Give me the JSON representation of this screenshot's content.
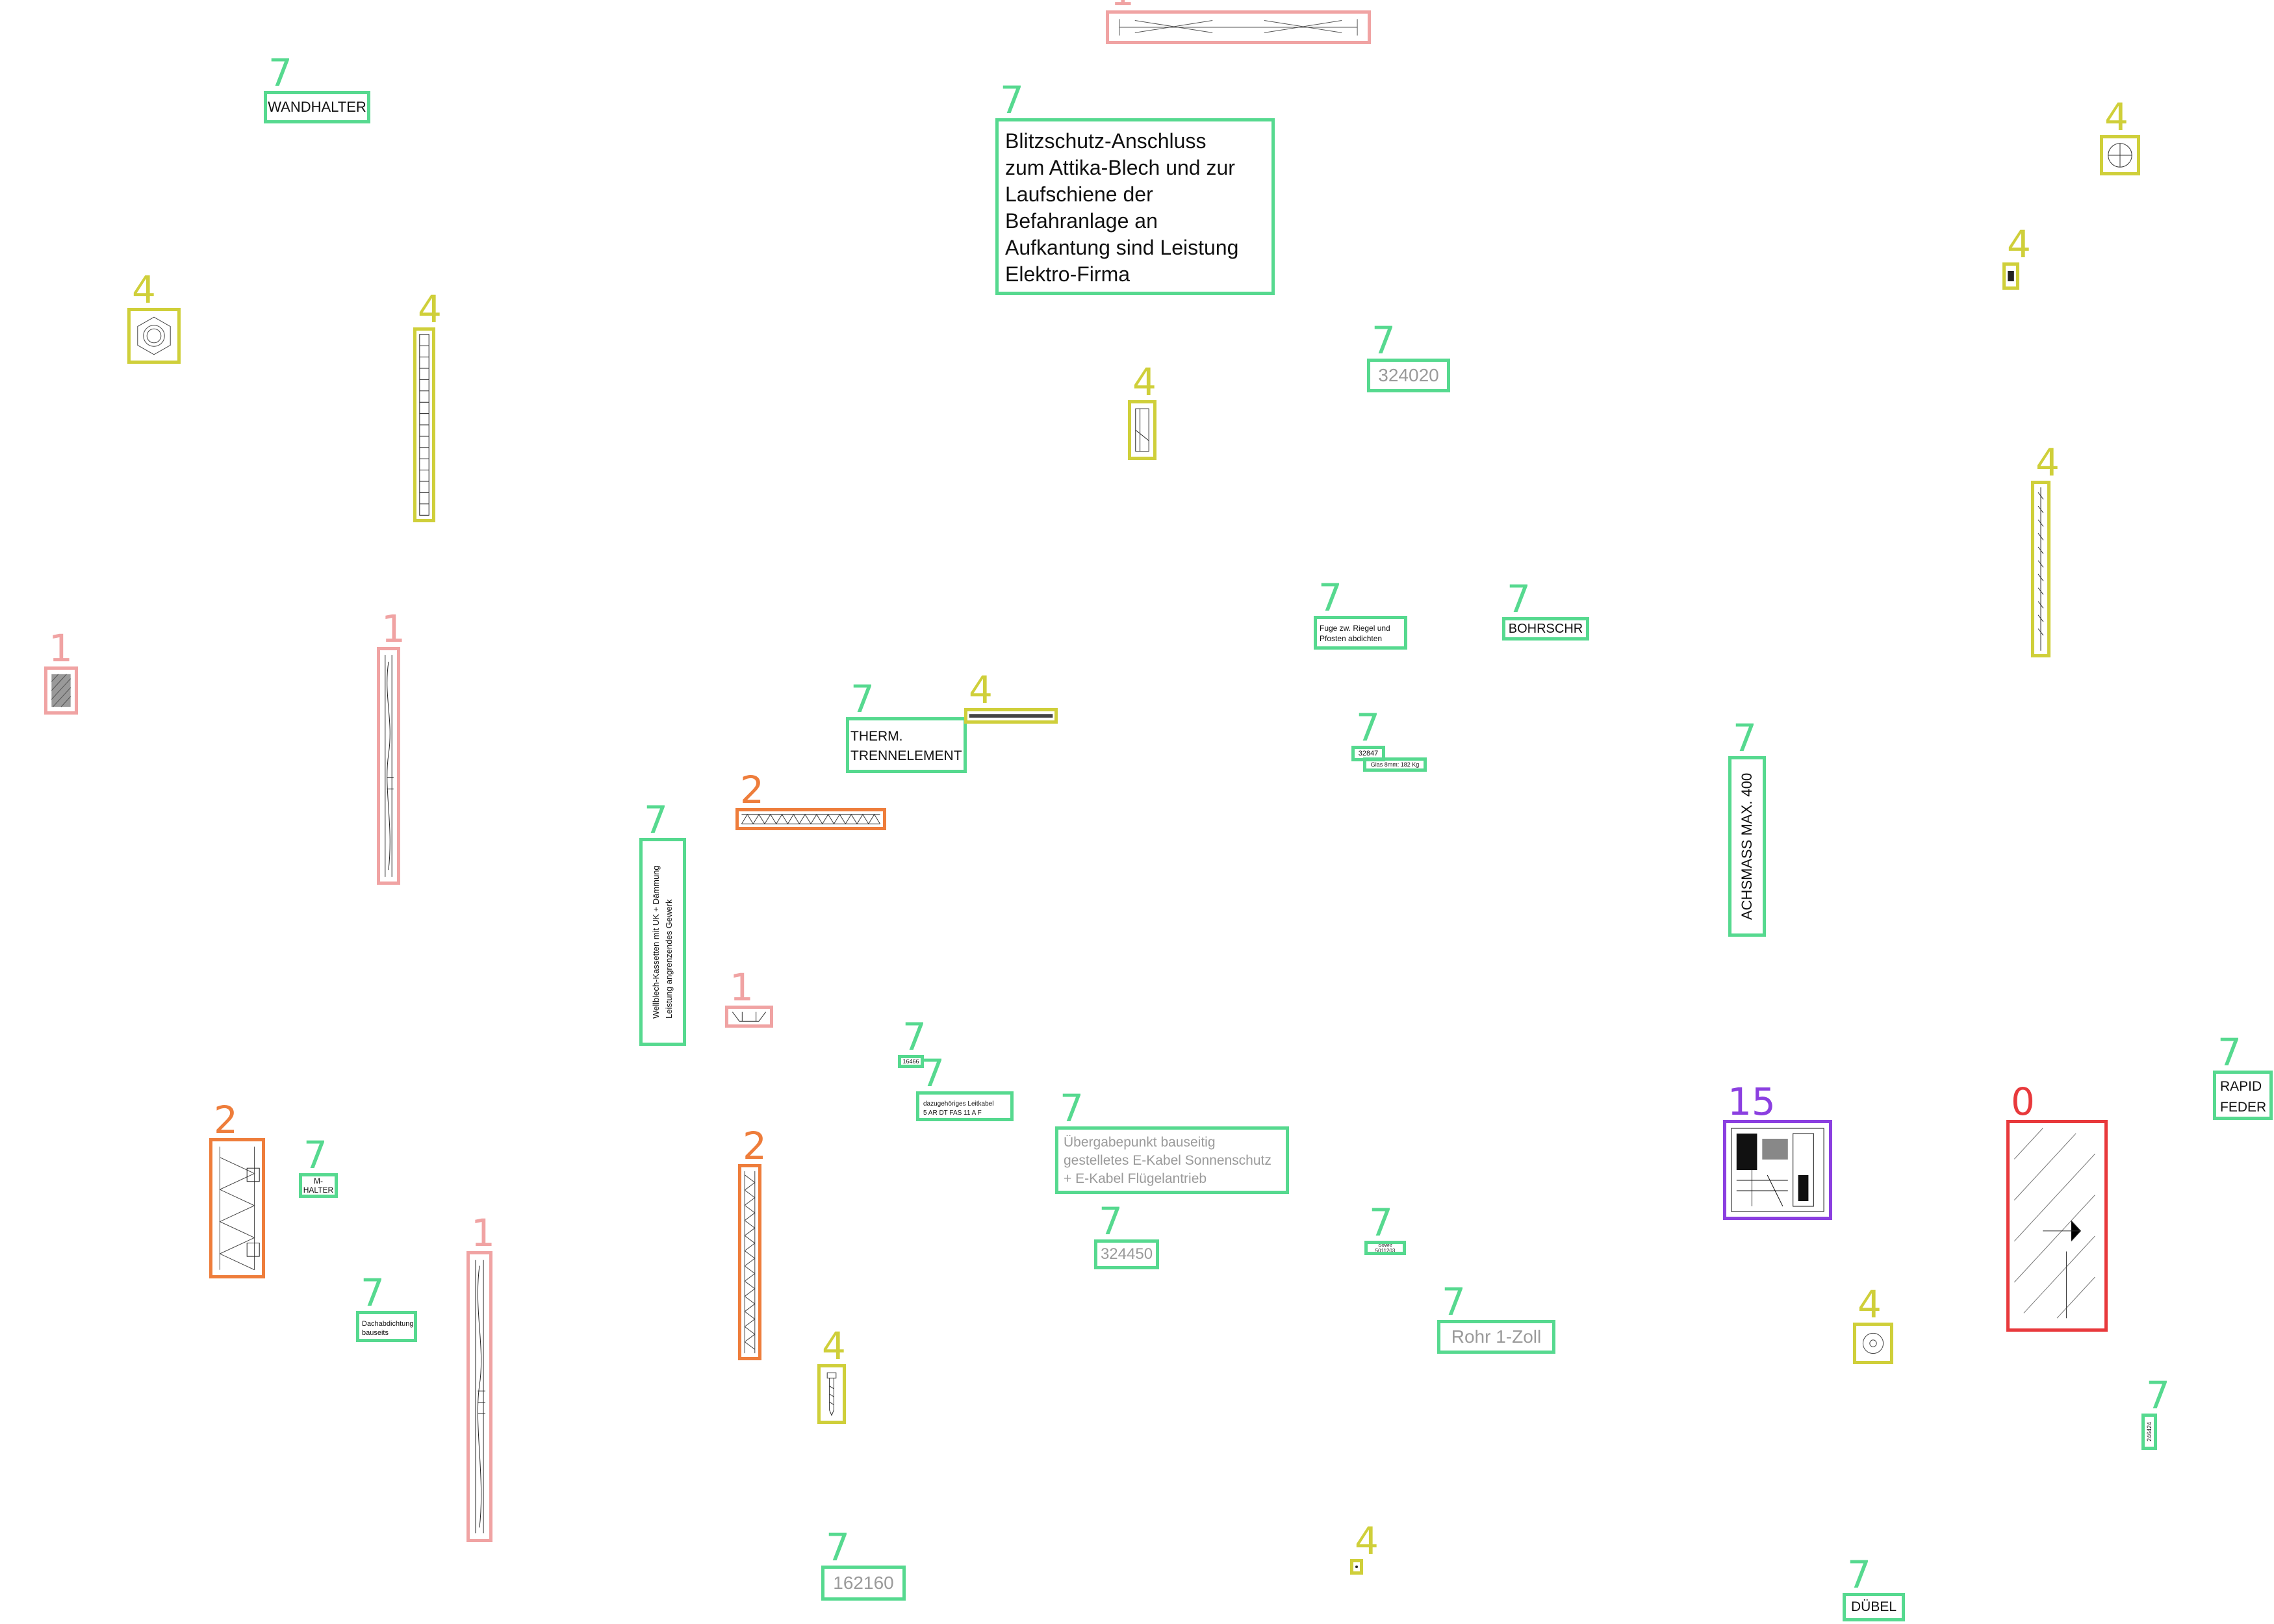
{
  "category_colors": {
    "0": "#e8393c",
    "1": "#f0a3a3",
    "2": "#ee7d3b",
    "4": "#cfcf3a",
    "7": "#56d98f",
    "15": "#8b3fe0"
  },
  "annotations": [
    {
      "id": "a01",
      "category": "1",
      "kind": "sketch-beam"
    },
    {
      "id": "a02",
      "category": "7",
      "kind": "text",
      "text": "WANDHALTER"
    },
    {
      "id": "a03",
      "category": "7",
      "kind": "text",
      "text": "Blitzschutz-Anschluss\nzum Attika-Blech und zur\nLaufschiene der\nBefahranlage an\nAufkantung sind Leistung\nElektro-Firma"
    },
    {
      "id": "a04",
      "category": "4",
      "kind": "sketch-nut"
    },
    {
      "id": "a05",
      "category": "4",
      "kind": "sketch-small"
    },
    {
      "id": "a06",
      "category": "4",
      "kind": "sketch-hexnut"
    },
    {
      "id": "a07",
      "category": "4",
      "kind": "sketch-threaded-rod"
    },
    {
      "id": "a08",
      "category": "7",
      "kind": "text",
      "text": "324020"
    },
    {
      "id": "a09",
      "category": "4",
      "kind": "sketch-bracket"
    },
    {
      "id": "a10",
      "category": "4",
      "kind": "sketch-long-screw"
    },
    {
      "id": "a11",
      "category": "1",
      "kind": "sketch-hatch"
    },
    {
      "id": "a12",
      "category": "1",
      "kind": "sketch-profile"
    },
    {
      "id": "a13",
      "category": "7",
      "kind": "text",
      "text": "Fuge zw. Riegel und\nPfosten abdichten"
    },
    {
      "id": "a14",
      "category": "7",
      "kind": "text",
      "text": "BOHRSCHR"
    },
    {
      "id": "a15",
      "category": "7",
      "kind": "text",
      "text": "THERM.\nTRENNELEMENT"
    },
    {
      "id": "a16",
      "category": "4",
      "kind": "sketch-h-screw"
    },
    {
      "id": "a17",
      "category": "7",
      "kind": "text",
      "text": "32847"
    },
    {
      "id": "a18",
      "category": "7",
      "kind": "text",
      "text": "Glas 8mm: 182 Kg"
    },
    {
      "id": "a19",
      "category": "7",
      "kind": "text",
      "text": "ACHSMASS MAX. 400"
    },
    {
      "id": "a20",
      "category": "2",
      "kind": "sketch-zigzag-h"
    },
    {
      "id": "a21",
      "category": "7",
      "kind": "text",
      "text": "Wellblech-Kassetten mit UK + Dämmung\nLeistung angrenzendes Gewerk"
    },
    {
      "id": "a22",
      "category": "1",
      "kind": "sketch-small-profile"
    },
    {
      "id": "a23",
      "category": "7",
      "kind": "text",
      "text": "16466"
    },
    {
      "id": "a24",
      "category": "7",
      "kind": "text",
      "text": "dazugehöriges Leitkabel\n5 AR DT FAS 11 A F"
    },
    {
      "id": "a25",
      "category": "7",
      "kind": "text",
      "text": "RAPID\nFEDER"
    },
    {
      "id": "a26",
      "category": "15",
      "kind": "sketch-section"
    },
    {
      "id": "a27",
      "category": "0",
      "kind": "sketch-glass-panel"
    },
    {
      "id": "a28",
      "category": "2",
      "kind": "sketch-zigzag-v"
    },
    {
      "id": "a29",
      "category": "7",
      "kind": "text",
      "text": "M-\nHALTER"
    },
    {
      "id": "a30",
      "category": "7",
      "kind": "text",
      "text": "Übergabepunkt bauseitig\ngestelletes E-Kabel Sonnenschutz\n+ E-Kabel Flügelantrieb"
    },
    {
      "id": "a31",
      "category": "2",
      "kind": "sketch-zigzag-v"
    },
    {
      "id": "a32",
      "category": "7",
      "kind": "text",
      "text": "324450"
    },
    {
      "id": "a33",
      "category": "7",
      "kind": "text",
      "text": "Sowie 5011203"
    },
    {
      "id": "a34",
      "category": "7",
      "kind": "text",
      "text": "Dachabdichtung\nbauseits"
    },
    {
      "id": "a35",
      "category": "1",
      "kind": "sketch-profile"
    },
    {
      "id": "a36",
      "category": "7",
      "kind": "text",
      "text": "Rohr 1-Zoll"
    },
    {
      "id": "a37",
      "category": "4",
      "kind": "sketch-washer"
    },
    {
      "id": "a38",
      "category": "4",
      "kind": "sketch-screw"
    },
    {
      "id": "a39",
      "category": "7",
      "kind": "text",
      "text": "246424"
    },
    {
      "id": "a40",
      "category": "7",
      "kind": "text",
      "text": "162160"
    },
    {
      "id": "a41",
      "category": "4",
      "kind": "sketch-dot"
    },
    {
      "id": "a42",
      "category": "7",
      "kind": "text",
      "text": "DÜBEL"
    }
  ]
}
